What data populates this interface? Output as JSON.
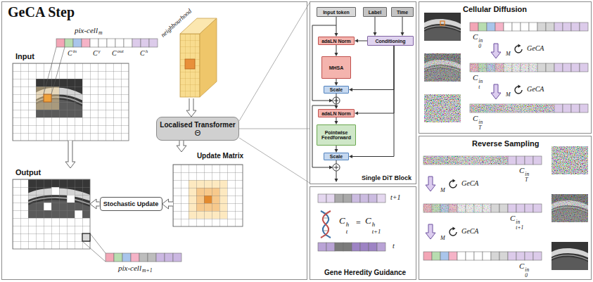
{
  "diagram": {
    "nodes": [
      {
        "text": [
          "GeCA Step"
        ]
      },
      {
        "text": [
          "Input"
        ],
        "in": 0
      },
      {
        "text": [
          "neighbourhood"
        ],
        "in": 0
      },
      {
        "text": [
          "Localised Transformer",
          "Θ"
        ],
        "in": 0
      },
      {
        "text": [
          "Update Matrix"
        ],
        "in": 0
      },
      {
        "text": [
          "Stochastic Update"
        ],
        "in": 0
      },
      {
        "text": [
          "Output"
        ],
        "in": 0
      },
      {
        "text": [
          "Single DiT Block"
        ]
      },
      {
        "text": [
          "Input token"
        ],
        "in": 7
      },
      {
        "text": [
          "Label"
        ],
        "in": 7
      },
      {
        "text": [
          "Time"
        ],
        "in": 7
      },
      {
        "text": [
          "adaLN Norm"
        ],
        "in": 7
      },
      {
        "text": [
          "Conditioning"
        ],
        "in": 7
      },
      {
        "text": [
          "MHSA"
        ],
        "in": 7
      },
      {
        "text": [
          "Scale"
        ],
        "in": 7
      },
      {
        "text": [
          "adaLN Norm"
        ],
        "in": 7
      },
      {
        "text": [
          "Pointwise Feedforward"
        ],
        "in": 7
      },
      {
        "text": [
          "Scale"
        ],
        "in": 7
      },
      {
        "text": [
          "Gene Heredity Guidance"
        ]
      },
      {
        "text": [
          "Cellular Diffusion"
        ]
      },
      {
        "text": [
          "Reverse Sampling"
        ]
      }
    ],
    "edges": [
      {
        "from": 1,
        "to": 6,
        "arrow": "to"
      },
      {
        "from": 2,
        "to": 3,
        "arrow": "to"
      },
      {
        "from": 3,
        "to": 4,
        "arrow": "to"
      },
      {
        "from": 4,
        "to": 5,
        "arrow": "to"
      },
      {
        "from": 5,
        "to": 6,
        "arrow": "to"
      },
      {
        "from": 3,
        "to": 7,
        "arrow": "none"
      },
      {
        "from": 8,
        "to": 11,
        "arrow": "to"
      },
      {
        "from": 11,
        "to": 13,
        "arrow": "to"
      },
      {
        "from": 13,
        "to": 14,
        "arrow": "to"
      },
      {
        "from": 14,
        "to": 15,
        "arrow": "to"
      },
      {
        "from": 15,
        "to": 16,
        "arrow": "to"
      },
      {
        "from": 16,
        "to": 17,
        "arrow": "to"
      },
      {
        "from": 9,
        "to": 12,
        "arrow": "to"
      },
      {
        "from": 10,
        "to": 12,
        "arrow": "to"
      },
      {
        "from": 12,
        "to": 11,
        "arrow": "to"
      },
      {
        "from": 12,
        "to": 14,
        "arrow": "to"
      },
      {
        "from": 12,
        "to": 15,
        "arrow": "to"
      },
      {
        "from": 12,
        "to": 17,
        "arrow": "to"
      }
    ],
    "labels": [
      "pix-cell",
      "m",
      "C",
      "in",
      "C",
      "γ",
      "C",
      "out",
      "C",
      "h",
      "pix-cell",
      "m+1",
      "t+1",
      "C",
      "h",
      "t",
      "=",
      "C",
      "h",
      "t+1",
      "t",
      "C",
      "in",
      "0",
      "M",
      "GeCA",
      "C",
      "in",
      "t",
      "M",
      "GeCA",
      "C",
      "in",
      "T",
      "C",
      "in",
      "T",
      "M",
      "GeCA",
      "C",
      "in",
      "t+1",
      "M",
      "GeCA",
      "C",
      "in",
      "0"
    ]
  }
}
